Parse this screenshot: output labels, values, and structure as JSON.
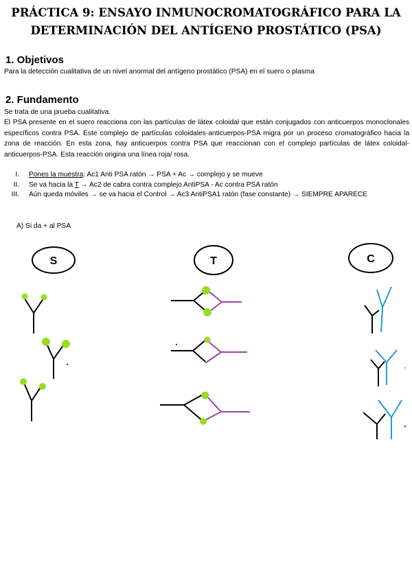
{
  "title": {
    "line1": "PRÁCTICA 9: ENSAYO INMUNOCROMATOGRÁFICO PARA LA",
    "line2": "DETERMINACIÓN DEL ANTÍGENO PROSTÁTICO (PSA)"
  },
  "sections": {
    "objetivos": {
      "heading": "1. Objetivos",
      "text": "Para la detección cualitativa de un nivel anormal del antígeno prostático (PSA) en el suero o plasma"
    },
    "fundamento": {
      "heading": "2. Fundamento",
      "line1": "Se trata de una prueba cualitativa.",
      "paragraph": "El PSA presente en el suero reacciona con las partículas de látex coloidal que están conjugados con anticuerpos monoclonales específicos contra PSA. Este complejo de partículas coloidales-anticuerpos-PSA migra por un proceso cromatográfico hacia la zona de reacción. En esta zona, hay anticuerpos contra PSA que reaccionan con el complejo partículas de látex coloidal-anticuerpos-PSA. Esta reacción origina una línea roja/ rosa."
    }
  },
  "steps": [
    {
      "num": "I.",
      "underlined": "Pones la muestra",
      "text": ": Ac1 Anti PSA ratón → PSA + Ac  →  complejo y se mueve"
    },
    {
      "num": "II.",
      "text_before": "Se va hacia la ",
      "underlined": "T",
      "text": " → Ac2 de cabra contra complejo AntiPSA - Ac contra PSA  ratón"
    },
    {
      "num": "III.",
      "text": "Aún queda móviles → se va hacia el Control → Ac3 AntiPSA1 ratón (fase constante) → SIEMPRE APARECE"
    }
  ],
  "case_a": "A)  Si da  + al PSA",
  "diagram": {
    "labels": {
      "s": "S",
      "t": "T",
      "c": "C"
    },
    "colors": {
      "particle": "#99dd22",
      "ac2": "#9944aa",
      "ac3": "#2299dd",
      "ink": "#000000"
    }
  }
}
